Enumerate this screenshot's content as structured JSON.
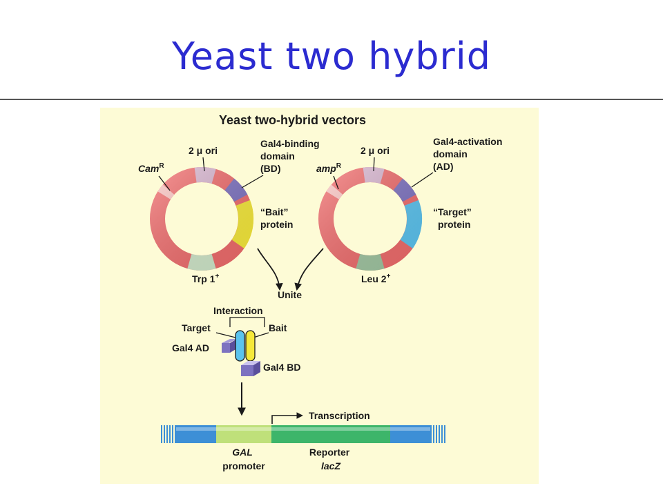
{
  "slide": {
    "title": "Yeast two hybrid"
  },
  "figure": {
    "heading": "Yeast two-hybrid vectors",
    "left_plasmid": {
      "ori": "2 μ ori",
      "resistance": "Cam",
      "resistance_sup": "R",
      "domain_lines": [
        "Gal4-binding",
        "domain",
        "(BD)"
      ],
      "insert_lines": [
        "“Bait”",
        "protein"
      ],
      "marker": "Trp 1",
      "marker_sup": "+"
    },
    "right_plasmid": {
      "ori": "2 μ ori",
      "resistance": "amp",
      "resistance_sup": "R",
      "domain_lines": [
        "Gal4-activation",
        "domain",
        "(AD)"
      ],
      "insert_lines": [
        "“Target”",
        "protein"
      ],
      "marker": "Leu 2",
      "marker_sup": "+"
    },
    "unite": "Unite",
    "complex": {
      "interaction": "Interaction",
      "target": "Target",
      "bait": "Bait",
      "gal4_ad": "Gal4 AD",
      "gal4_bd": "Gal4 BD"
    },
    "gene": {
      "transcription": "Transcription",
      "gal_lines": [
        "GAL",
        "promoter"
      ],
      "reporter_lines": [
        "Reporter",
        "lacZ"
      ]
    },
    "colors": {
      "title": "#2b2bd0",
      "background": "#fdfbd6",
      "plasmid_ring": "#ee6b6b",
      "ori_segment": "#d7b5cf",
      "bd_segment": "#7d72c0",
      "bait_segment": "#f5e83a",
      "target_segment": "#5bc3ee",
      "marker_left": "#cfe6c9",
      "marker_right": "#9fc4a0",
      "dna_blue": "#3d8fd6",
      "gal_promoter": "#bfe07a",
      "reporter": "#3db56a"
    }
  }
}
